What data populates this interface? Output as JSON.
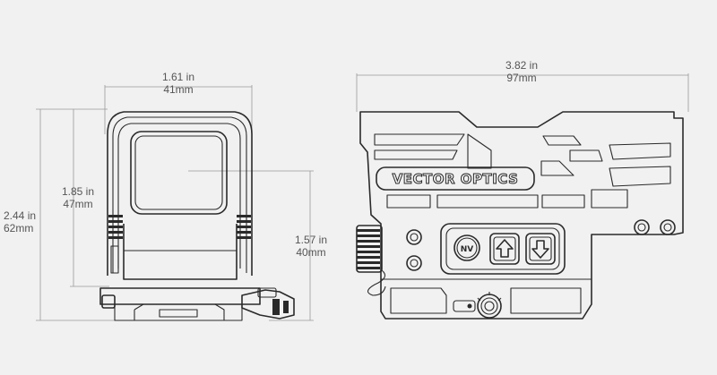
{
  "dimensions": {
    "front_width": {
      "imperial": "1.61 in",
      "metric": "41mm"
    },
    "front_height_window": {
      "imperial": "1.85 in",
      "metric": "47mm"
    },
    "front_height_total": {
      "imperial": "2.44 in",
      "metric": "62mm"
    },
    "optical_axis_height": {
      "imperial": "1.57 in",
      "metric": "40mm"
    },
    "side_length": {
      "imperial": "3.82 in",
      "metric": "97mm"
    }
  },
  "labels": {
    "brand_logo": "VECTOR OPTICS",
    "nv_button": "NV"
  },
  "colors": {
    "background": "#f1f1f1",
    "line": "#2a2a2a",
    "dimension": "#9a9a9a"
  }
}
